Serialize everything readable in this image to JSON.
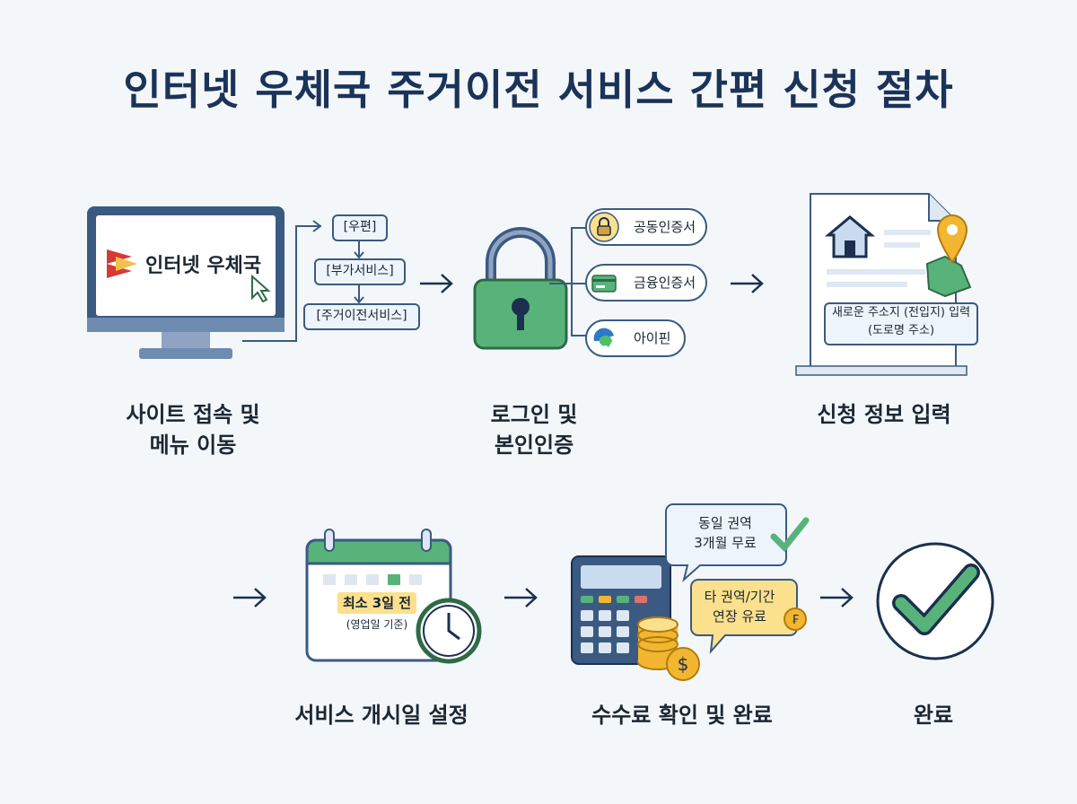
{
  "title": "인터넷 우체국 주거이전 서비스 간편 신청 절차",
  "steps": [
    {
      "caption_line1": "사이트 접속 및",
      "caption_line2": "메뉴 이동"
    },
    {
      "caption_line1": "로그인 및",
      "caption_line2": "본인인증"
    },
    {
      "caption_line1": "신청 정보 입력"
    },
    {
      "caption_line1": "서비스 개시일 설정"
    },
    {
      "caption_line1": "수수료 확인 및 완료"
    },
    {
      "caption_line1": "완료"
    }
  ],
  "site": {
    "logo_text": "인터넷 우체국"
  },
  "menu_path": [
    "[우편]",
    "[부가서비스]",
    "[주거이전서비스]"
  ],
  "auth_options": [
    "공동인증서",
    "금융인증서",
    "아이핀"
  ],
  "form": {
    "field_line1": "새로운 주소지 (전입지) 입력",
    "field_line2": "(도로명 주소)"
  },
  "calendar": {
    "note_line1": "최소 3일 전",
    "note_line2": "(영업일 기준)"
  },
  "fee": {
    "free_line1": "동일 권역",
    "free_line2": "3개월 무료",
    "paid_line1": "타 권역/기간",
    "paid_line2": "연장 유료"
  },
  "colors": {
    "navy": "#1b3358",
    "green": "#58b37a",
    "yellow": "#fbe08d",
    "blue_frame": "#3b5a82"
  }
}
